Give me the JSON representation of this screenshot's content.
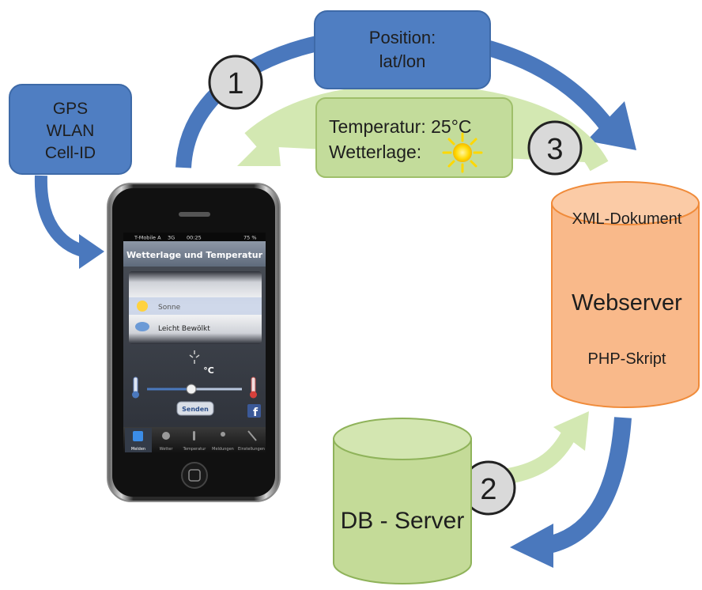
{
  "sources": {
    "lines": [
      "GPS",
      "WLAN",
      "Cell-ID"
    ]
  },
  "position_box": {
    "lines": [
      "Position:",
      "lat/lon"
    ]
  },
  "weather_box": {
    "temperature": "Temperatur: 25°C",
    "condition_label": "Wetterlage:"
  },
  "steps": [
    "1",
    "2",
    "3"
  ],
  "webserver": {
    "top_label": "XML-Dokument",
    "title": "Webserver",
    "bottom_label": "PHP-Skript"
  },
  "db_server": {
    "title": "DB - Server"
  },
  "phone": {
    "status": {
      "carrier": "T-Mobile A",
      "network": "3G",
      "time": "00:25",
      "battery": "75 %"
    },
    "title": "Wetterlage und Temperatur",
    "weather_options": [
      "Sonne",
      "Leicht Bewölkt"
    ],
    "temp_unit": "°C",
    "send_button": "Senden",
    "tabs": [
      "Melden",
      "Wetter",
      "Temperatur",
      "Meldungen",
      "Einstellungen"
    ]
  },
  "colors": {
    "blue_box": "#4f7ec2",
    "blue_arrow": "#4a78bd",
    "green_box": "#c3dc9b",
    "green_arrow": "#d3e8b2",
    "orange_cylinder": "#f9b98a",
    "green_cylinder": "#c4db98"
  }
}
